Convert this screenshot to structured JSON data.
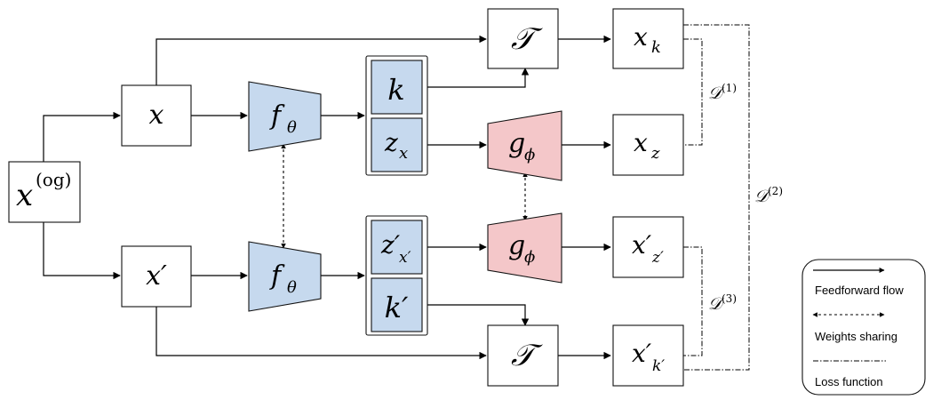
{
  "nodes": {
    "x_og": {
      "base": "x",
      "sup": "(og)"
    },
    "x": {
      "base": "x"
    },
    "x_prime": {
      "base": "x′"
    },
    "f_top": {
      "base": "f",
      "sub": "θ"
    },
    "f_bottom": {
      "base": "f",
      "sub": "θ"
    },
    "k": {
      "base": "k"
    },
    "z_x": {
      "base": "z",
      "sub": "x"
    },
    "z_xprime": {
      "base": "z′",
      "sub": "x′"
    },
    "k_prime": {
      "base": "k′"
    },
    "T_top": {
      "base": "𝒯"
    },
    "T_bottom": {
      "base": "𝒯"
    },
    "g_top": {
      "base": "g",
      "sub": "ϕ"
    },
    "g_bottom": {
      "base": "g",
      "sub": "ϕ"
    },
    "x_k": {
      "base": "x",
      "sub": "k"
    },
    "x_z": {
      "base": "x",
      "sub": "z"
    },
    "x_zprime": {
      "base": "x′",
      "sub": "z′"
    },
    "x_kprime": {
      "base": "x′",
      "sub": "k′"
    }
  },
  "losses": {
    "d1": {
      "base": "𝒟",
      "sup": "(1)"
    },
    "d2": {
      "base": "𝒟",
      "sup": "(2)"
    },
    "d3": {
      "base": "𝒟",
      "sup": "(3)"
    }
  },
  "legend": {
    "feedforward": "Feedforward flow",
    "weights_sharing": "Weights sharing",
    "loss_function": "Loss function"
  }
}
